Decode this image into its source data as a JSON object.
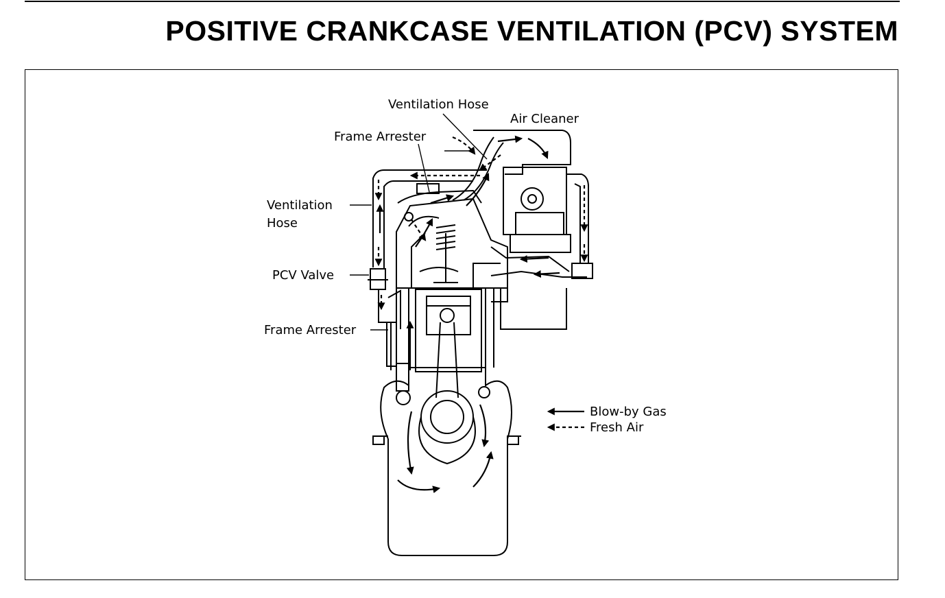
{
  "title": "POSITIVE CRANKCASE VENTILATION (PCV) SYSTEM",
  "labels": {
    "ventilation_hose_top": "Ventilation Hose",
    "air_cleaner": "Air Cleaner",
    "frame_arrester_top": "Frame Arrester",
    "ventilation_hose_left_1": "Ventilation",
    "ventilation_hose_left_2": "Hose",
    "pcv_valve": "PCV Valve",
    "frame_arrester_left": "Frame Arrester"
  },
  "legend": {
    "blow_by": "Blow-by Gas",
    "fresh_air": "Fresh Air"
  }
}
